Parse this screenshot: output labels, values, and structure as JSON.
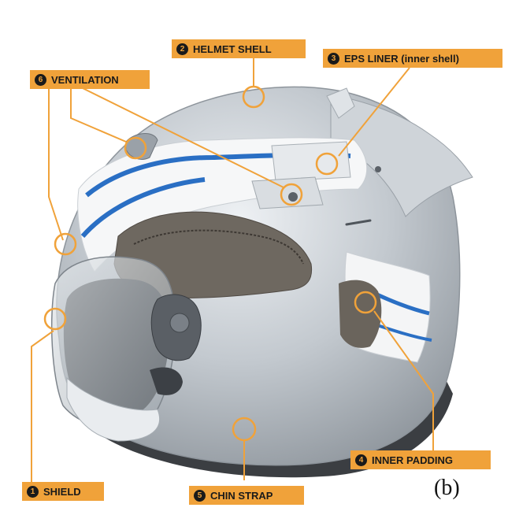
{
  "labels": {
    "shell": {
      "number": "2",
      "text": "HELMET SHELL"
    },
    "eps": {
      "number": "3",
      "text": "EPS LINER (inner shell)"
    },
    "ventilation": {
      "number": "6",
      "text": "VENTILATION"
    },
    "padding": {
      "number": "4",
      "text": "INNER PADDING"
    },
    "shield": {
      "number": "1",
      "text": "SHIELD"
    },
    "chinstrap": {
      "number": "5",
      "text": "CHIN STRAP"
    }
  },
  "caption": "(b)",
  "colors": {
    "label_bg": "#f0a23a",
    "leader": "#f0a23a",
    "helmet": "#b9bfc6",
    "liner_stripe": "#2a6fc4",
    "padding": "#6e6860"
  }
}
